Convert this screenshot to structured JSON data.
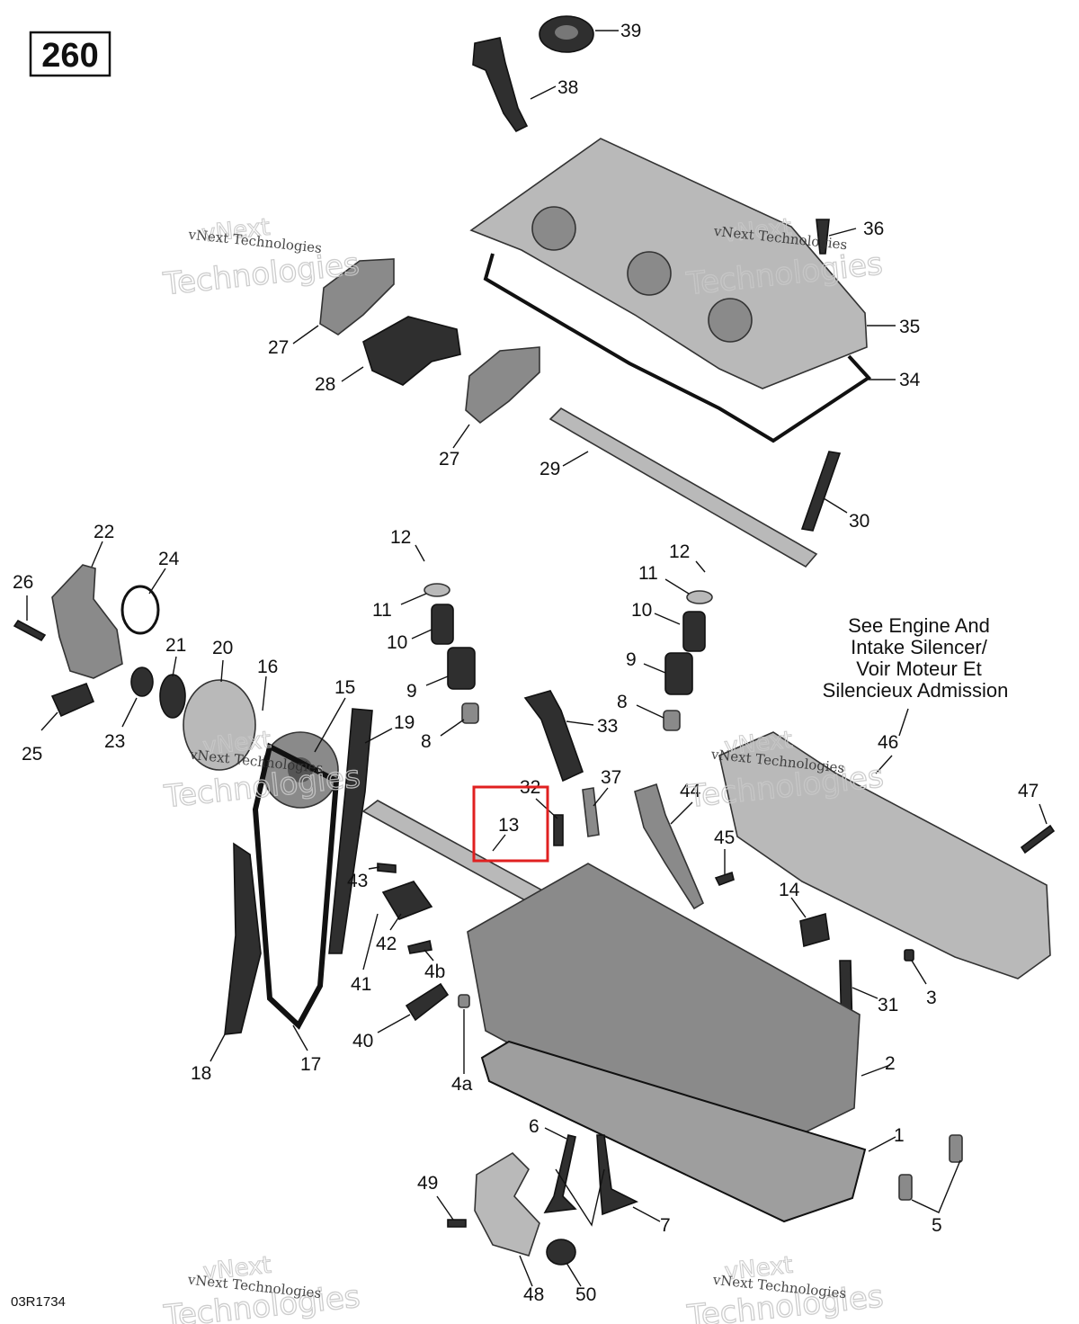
{
  "page_number": "260",
  "figure_code": "03R1734",
  "note": {
    "lines": [
      "See Engine And",
      "Intake Silencer/",
      "Voir Moteur Et",
      "Silencieux Admission"
    ]
  },
  "watermark": {
    "line1": "vNext Technologies",
    "line2": "vNext",
    "line3": "Technologies"
  },
  "highlight": {
    "label": "13",
    "color": "#e02020"
  },
  "callouts": [
    "39",
    "38",
    "36",
    "35",
    "34",
    "27",
    "28",
    "27",
    "29",
    "30",
    "12",
    "11",
    "10",
    "9",
    "8",
    "12",
    "11",
    "10",
    "9",
    "8",
    "33",
    "22",
    "24",
    "26",
    "21",
    "20",
    "16",
    "15",
    "19",
    "23",
    "25",
    "32",
    "37",
    "44",
    "45",
    "46",
    "47",
    "43",
    "42",
    "14",
    "41",
    "4b",
    "3",
    "31",
    "40",
    "4a",
    "18",
    "17",
    "2",
    "6",
    "1",
    "7",
    "5",
    "49",
    "48",
    "50"
  ],
  "colors": {
    "ink": "#111111",
    "part_dark": "#2f2f2f",
    "part_mid": "#8a8a8a",
    "part_light": "#b9b9b9",
    "watermark": "#c8c8c8"
  }
}
